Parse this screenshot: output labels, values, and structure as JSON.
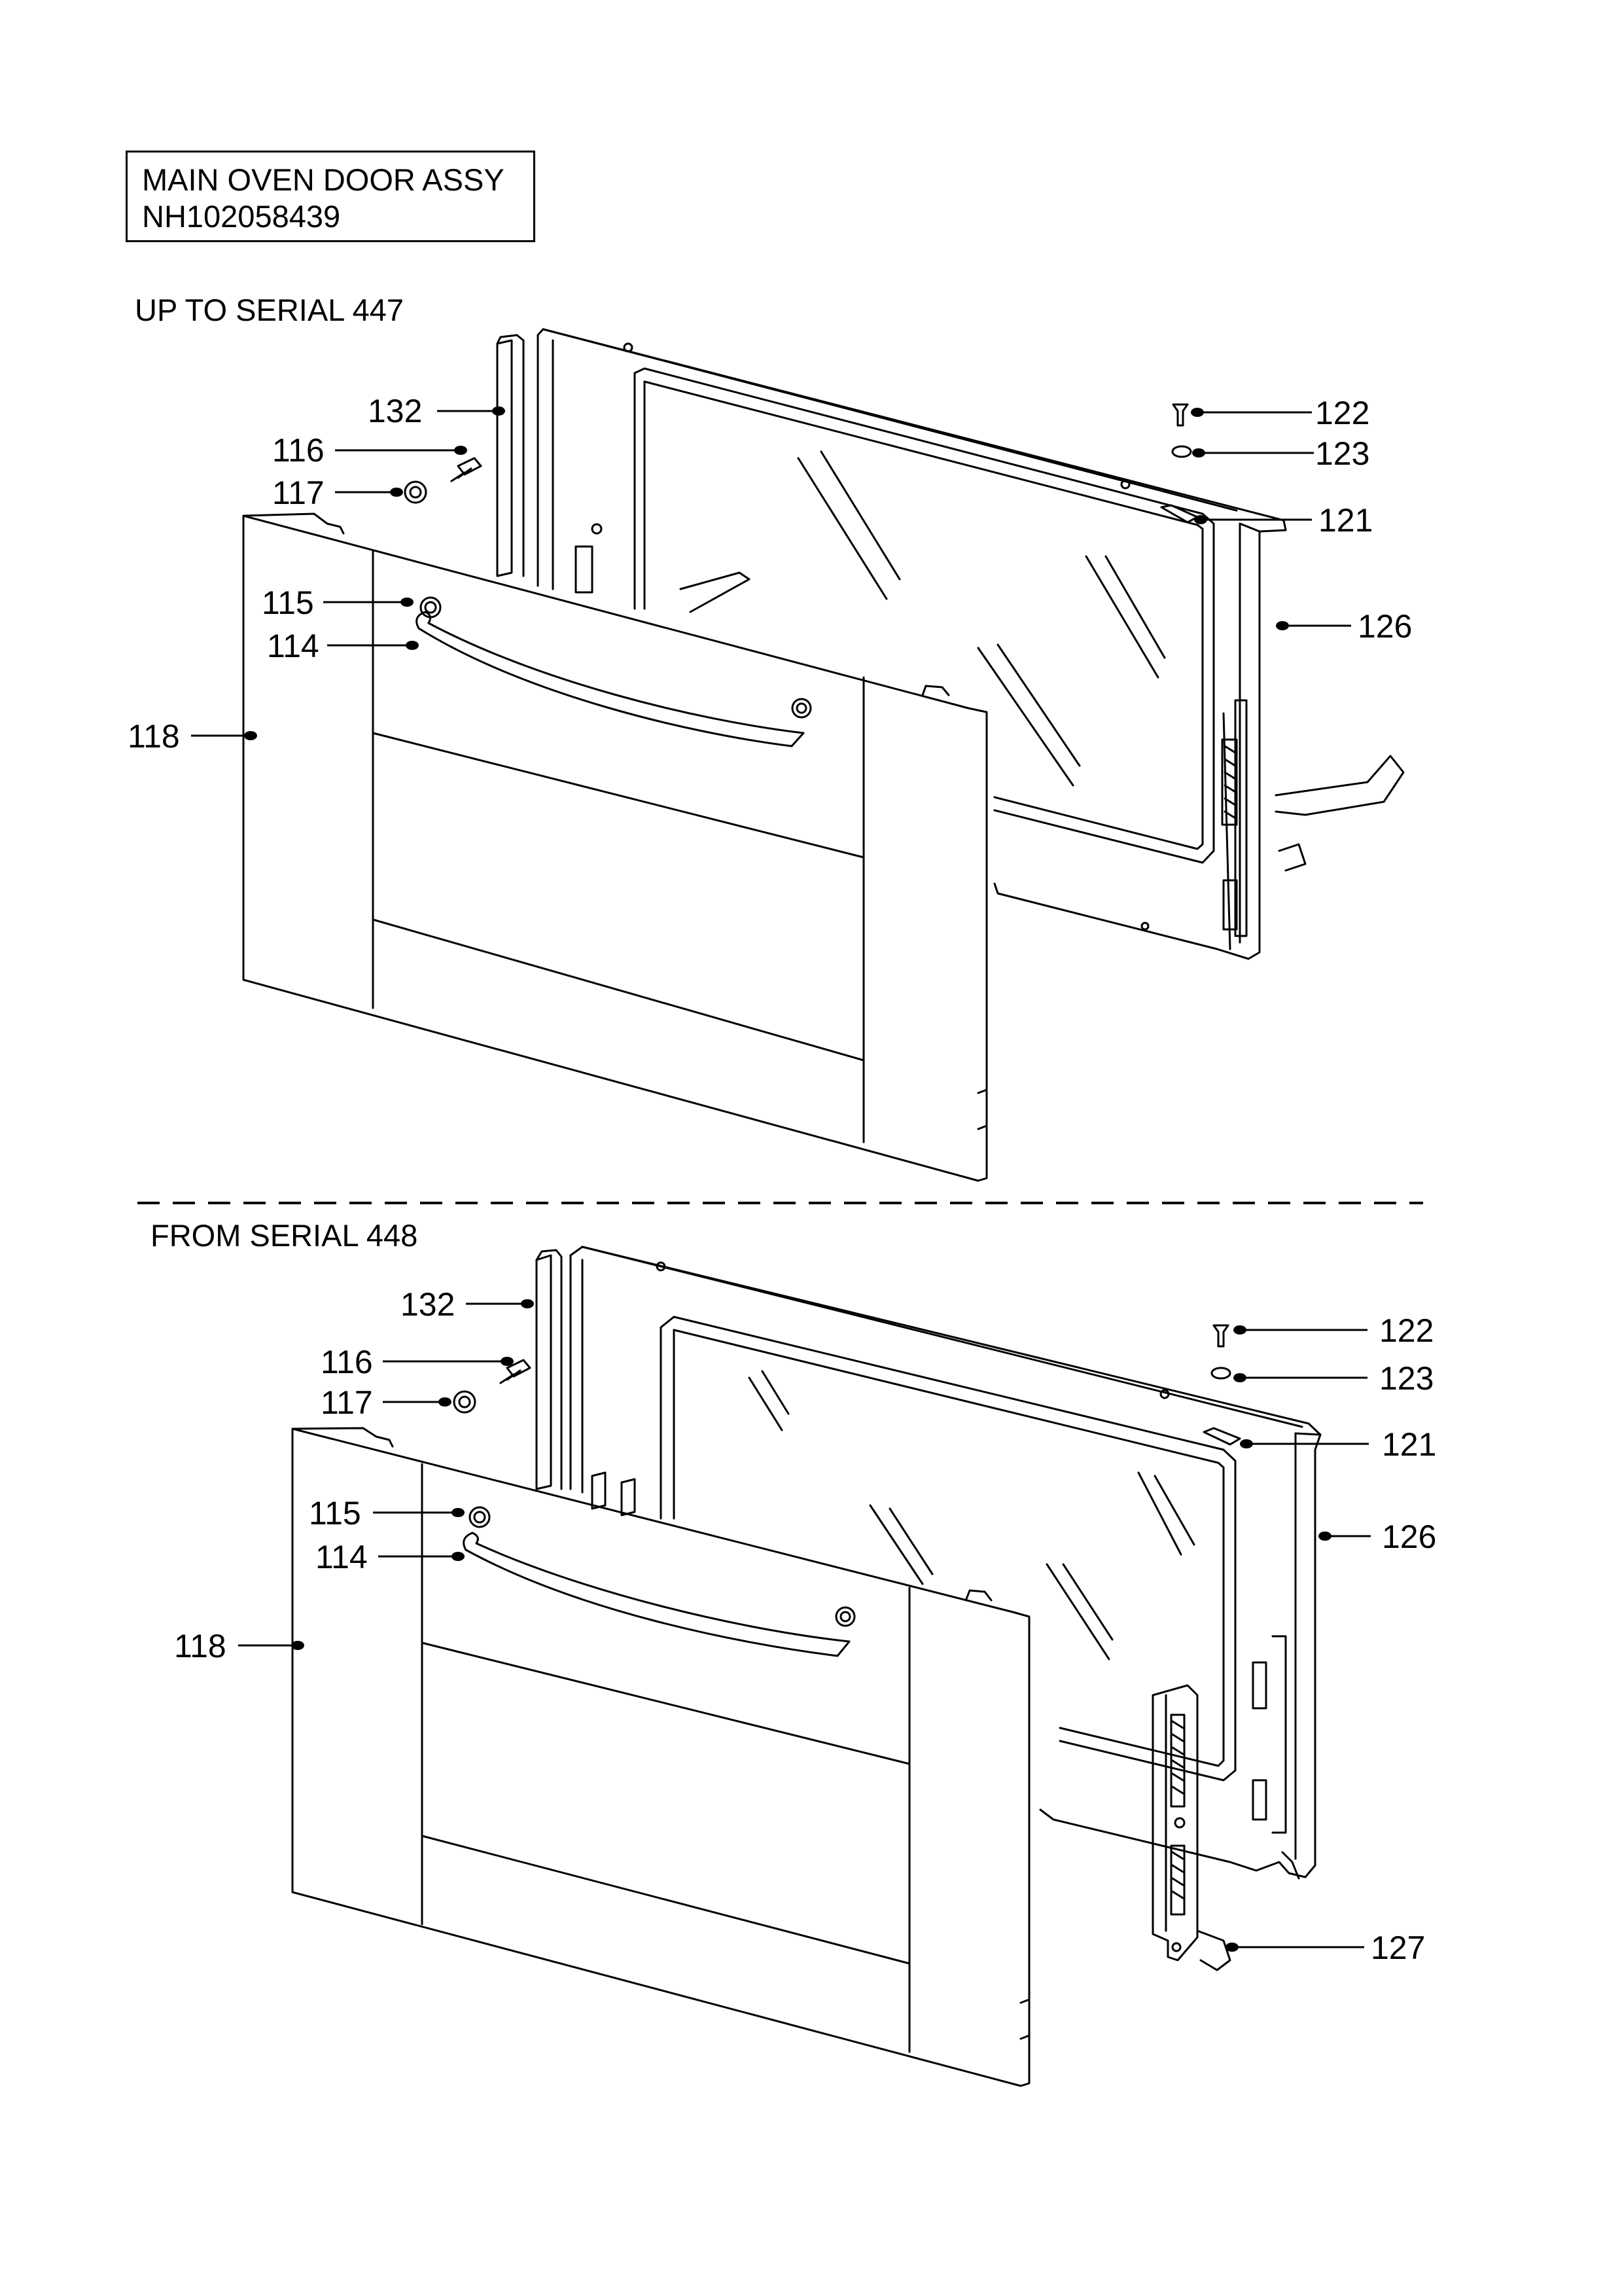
{
  "title": {
    "line1": "MAIN OVEN DOOR ASSY",
    "line2": "NH102058439"
  },
  "sections": [
    {
      "label": "UP TO SERIAL 447",
      "parts": [
        "132",
        "116",
        "117",
        "115",
        "114",
        "118",
        "122",
        "123",
        "121",
        "126"
      ]
    },
    {
      "label": "FROM SERIAL 448",
      "parts": [
        "132",
        "116",
        "117",
        "115",
        "114",
        "118",
        "122",
        "123",
        "121",
        "126",
        "127"
      ]
    }
  ]
}
